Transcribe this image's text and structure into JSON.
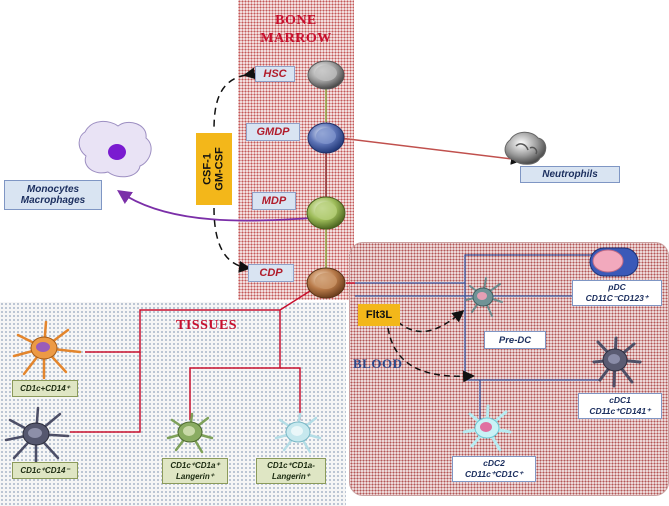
{
  "panels": {
    "bone_marrow": "BONE\nMARROW",
    "tissues": "TISSUES",
    "blood": "BLOOD"
  },
  "progenitors": {
    "hsc": "HSC",
    "gmdp": "GMDP",
    "mdp": "MDP",
    "cdp": "CDP"
  },
  "factors": {
    "csf": "CSF-1\nGM-CSF",
    "flt3l": "Flt3L"
  },
  "cells": {
    "monocytes": "Monocytes\nMacrophages",
    "neutrophils": "Neutrophils",
    "pdc": "pDC\nCD11C⁻CD123⁺",
    "pre_dc": "Pre-DC",
    "cdc1": "cDC1\nCD11c⁺CD141⁺",
    "cdc2": "cDC2\nCD11c⁺CD1C⁺",
    "cd1c_cd14pos": "CD1c+CD14⁺",
    "cd1c_cd14neg": "CD1c⁺CD14⁻",
    "cd1a_langerin_pos": "CD1c⁺CD1a⁺\nLangerin⁺",
    "cd1a_langerin_neg": "CD1c⁺CD1a-\nLangerin⁺"
  },
  "colors": {
    "title_red": "#c8102e",
    "factor_yellow": "#f3b71a",
    "label_blue": "#d9e4f2",
    "label_green": "#dfe6c4"
  }
}
